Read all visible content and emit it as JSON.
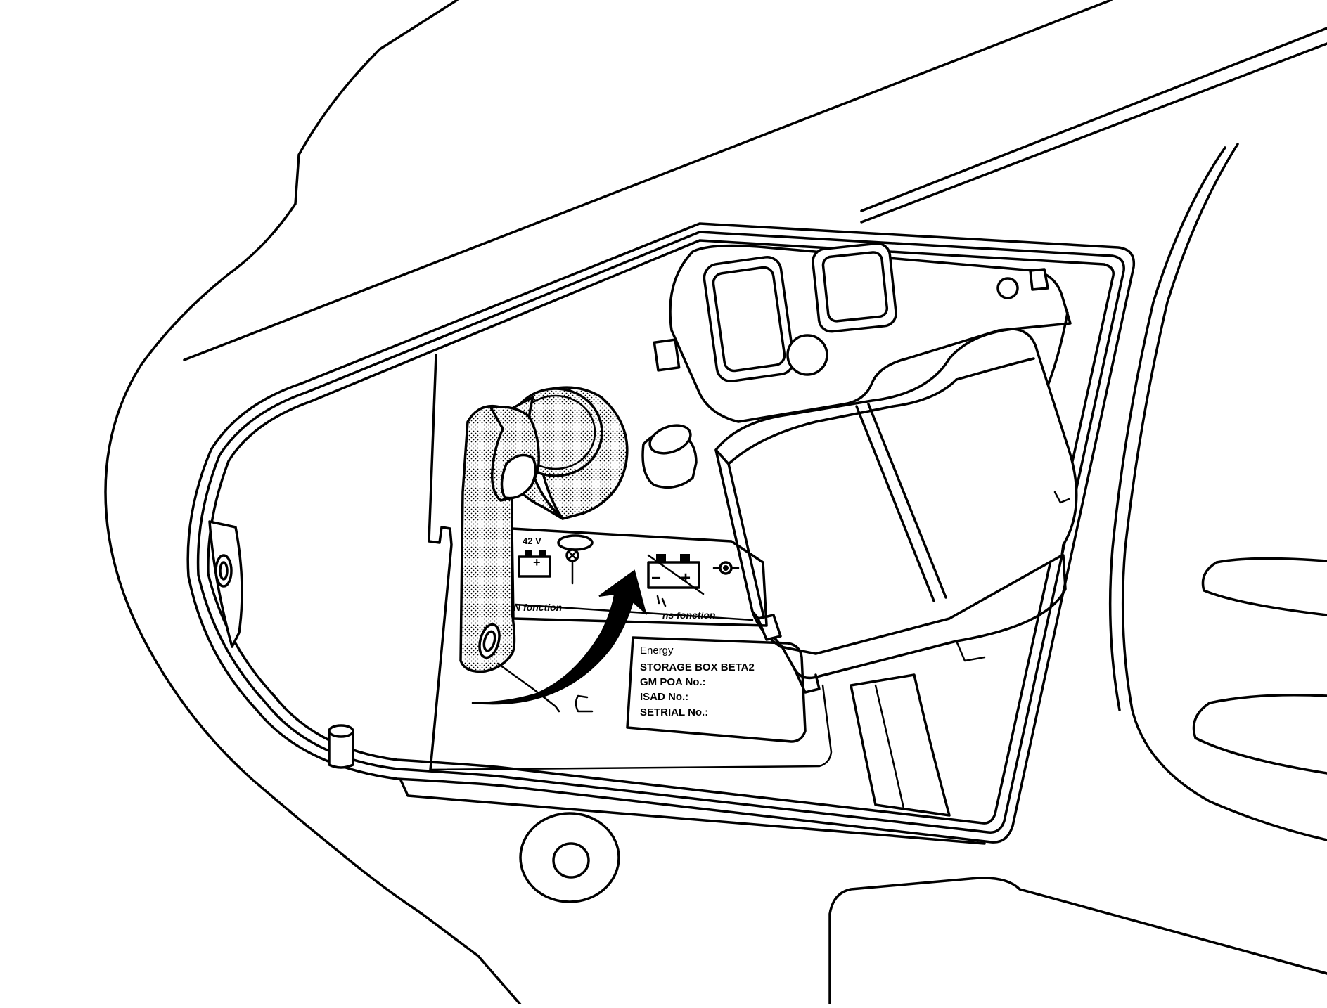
{
  "label_plate": {
    "line1": "Energy",
    "line2": "STORAGE BOX BETA2",
    "line3": "GM POA No.:",
    "line4": "ISAD No.:",
    "line5": "SETRIAL No.:"
  },
  "terminals": {
    "voltage": "42 V",
    "plus_left": "+",
    "minus_right": "−",
    "plus_right": "+",
    "fonction_left": "N fonction",
    "fonction_right": "ns fonction"
  },
  "icons": {
    "arrow": "curved-arrow-icon",
    "battery_left": "battery-icon",
    "battery_right": "battery-crossed-icon"
  },
  "colors": {
    "ink": "#000000",
    "paper": "#ffffff"
  }
}
